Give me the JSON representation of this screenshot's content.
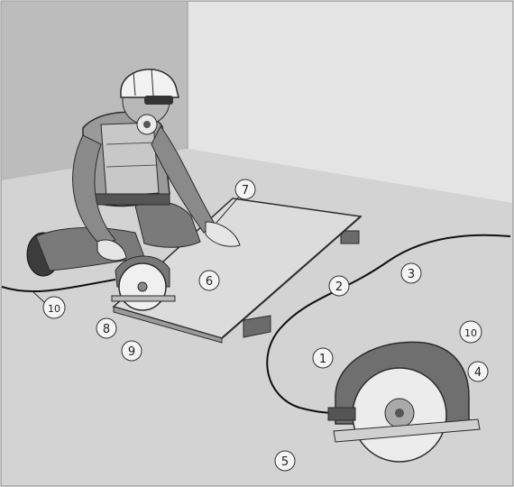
{
  "image_type": "safety illustration - worker cutting board with circular saw",
  "callouts": [
    {
      "id": "c1",
      "label": "1"
    },
    {
      "id": "c2",
      "label": "2"
    },
    {
      "id": "c3",
      "label": "3"
    },
    {
      "id": "c4",
      "label": "4"
    },
    {
      "id": "c5",
      "label": "5"
    },
    {
      "id": "c6",
      "label": "6"
    },
    {
      "id": "c7",
      "label": "7"
    },
    {
      "id": "c8",
      "label": "8"
    },
    {
      "id": "c9",
      "label": "9"
    },
    {
      "id": "c10a",
      "label": "10"
    },
    {
      "id": "c10b",
      "label": "10"
    }
  ],
  "colors": {
    "floor": "#cfcfcf",
    "wall_left": "#bdbdbd",
    "wall_right": "#e2e2e2",
    "board": "#d6d6d6",
    "figure": "#8a8a8a",
    "outline": "#2b2b2b"
  }
}
